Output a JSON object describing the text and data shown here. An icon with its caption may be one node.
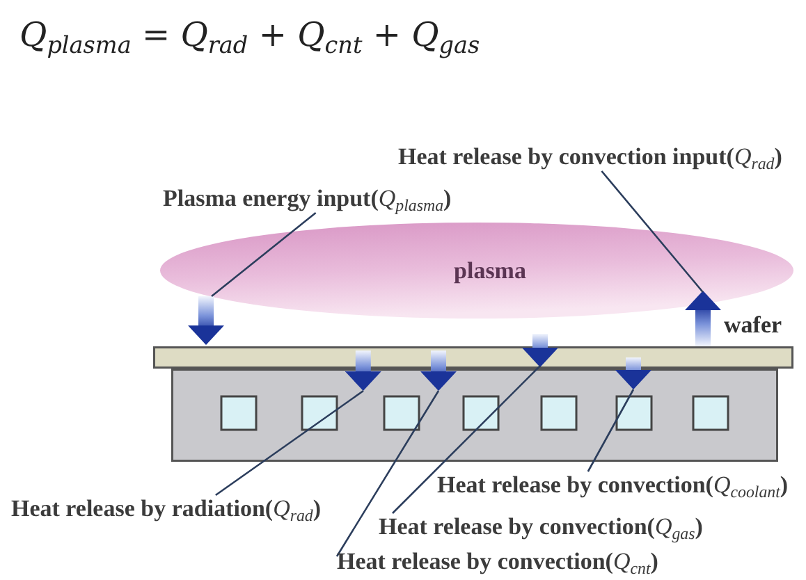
{
  "diagram": {
    "title": "*Q*$_{plasma}$ = *Q*$_{rad}$ + *Q*$_{cnt}$ + *Q*$_{gas}$",
    "nodes": [
      {
        "text": [
          "Heat release by convection input(*Q*$_{rad}$)"
        ]
      },
      {
        "text": [
          "Plasma energy input(*Q*$_{plasma}$)"
        ]
      },
      {
        "text": [
          "plasma"
        ]
      },
      {
        "text": [],
        "shape": "box"
      },
      {
        "text": [],
        "shape": "box"
      },
      {
        "text": [
          "Heat release by convection(*Q*$_{coolant}$)"
        ]
      },
      {
        "text": [
          "Heat release by radiation(*Q*$_{rad}$)"
        ]
      },
      {
        "text": [
          "Heat release by convection(*Q*$_{gas}$)"
        ]
      },
      {
        "text": [
          "Heat release by convection(*Q*$_{cnt}$)"
        ]
      }
    ],
    "edges": [
      {
        "from": 2,
        "to": 3,
        "arrow": "to",
        "style": "thick",
        "color": "#1a3399"
      },
      {
        "from": 3,
        "to": 2,
        "arrow": "to",
        "style": "thick",
        "color": "#1a3399"
      },
      {
        "from": 3,
        "to": 4,
        "arrow": "to",
        "style": "thick",
        "color": "#1a3399"
      },
      {
        "from": 3,
        "to": 4,
        "arrow": "to",
        "style": "thick",
        "color": "#1a3399"
      },
      {
        "from": 3,
        "to": 4,
        "arrow": "to",
        "style": "thick",
        "color": "#1a3399"
      },
      {
        "from": 3,
        "to": 4,
        "arrow": "to",
        "style": "thick",
        "color": "#1a3399"
      },
      {
        "from": 1,
        "to": 2,
        "arrow": "none"
      },
      {
        "from": 0,
        "to": 2,
        "arrow": "none"
      },
      {
        "from": 6,
        "to": 4,
        "arrow": "none"
      },
      {
        "from": 8,
        "to": 4,
        "arrow": "none"
      },
      {
        "from": 7,
        "to": 3,
        "arrow": "none"
      },
      {
        "from": 5,
        "to": 4,
        "arrow": "none"
      }
    ],
    "labels": [
      "wafer"
    ]
  }
}
